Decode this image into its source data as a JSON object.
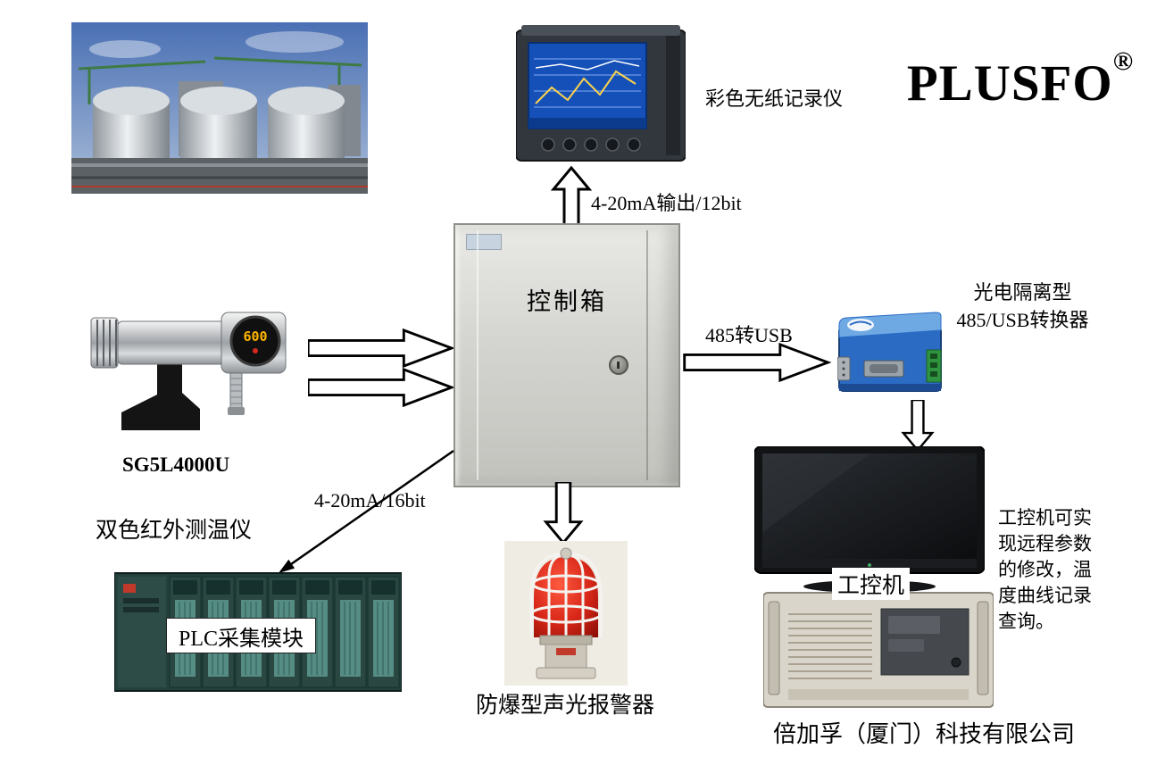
{
  "brand": {
    "name": "PLUSFO",
    "registered": "®"
  },
  "nodes": {
    "recorder_label": "彩色无纸记录仪",
    "control_box_label": "控制箱",
    "sensor_model": "SG5L4000U",
    "sensor_type": "双色红外测温仪",
    "sensor_display_value": "600",
    "converter_label_line1": "光电隔离型",
    "converter_label_line2": "485/USB转换器",
    "plc_label": "PLC采集模块",
    "alarm_label": "防爆型声光报警器",
    "ipc_label": "工控机",
    "ipc_note": "工控机可实现远程参数的修改，温度曲线记录查询。",
    "company": "倍加孚（厦门）科技有限公司"
  },
  "connections": {
    "recorder_link": "4-20mA输出/12bit",
    "usb_link": "485转USB",
    "plc_link": "4-20mA/16bit"
  },
  "colors": {
    "background": "#ffffff",
    "arrow_fill": "#ffffff",
    "arrow_stroke": "#000000",
    "converter_body": "#2b6bc4",
    "alarm_dome": "#d82718",
    "recorder_screen": "#1450b8"
  }
}
